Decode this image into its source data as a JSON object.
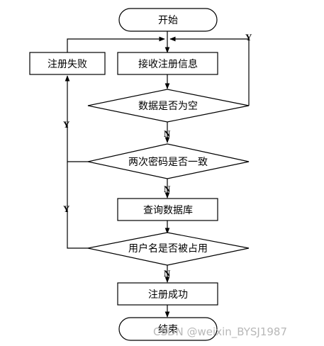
{
  "diagram": {
    "nodes": {
      "start": "开始",
      "fail": "注册失败",
      "receive": "接收注册信息",
      "check_empty": "数据是否为空",
      "check_pw": "两次密码是否一致",
      "query_db": "查询数据库",
      "check_user": "用户名是否被占用",
      "success": "注册成功",
      "end": "结束"
    },
    "edge_labels": {
      "empty_yes": "Y",
      "empty_no": "N",
      "pw_yes": "Y",
      "pw_no": "N",
      "user_yes": "Y",
      "user_no": "N"
    }
  },
  "watermark": "CSDN @weixin_BYSJ1987"
}
